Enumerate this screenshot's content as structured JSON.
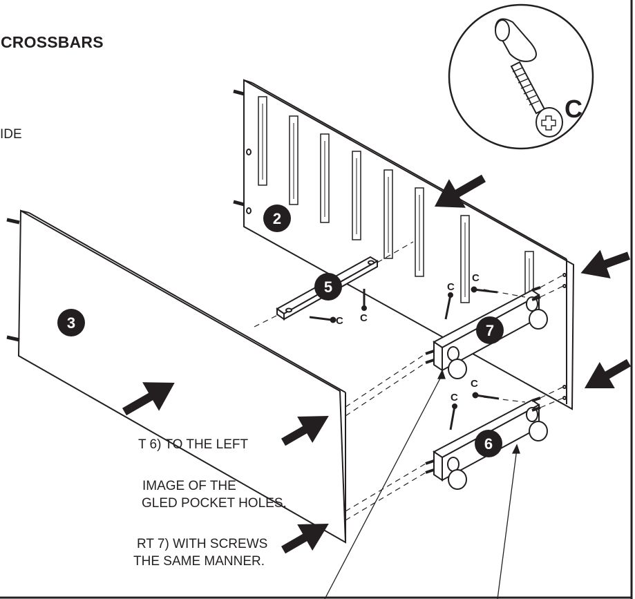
{
  "heading": "CROSSBARS",
  "side_text": "IDE",
  "parts": {
    "back_panel": "2",
    "side_panel": "3",
    "crossbar": "5",
    "base_front": "6",
    "base_back": "7"
  },
  "screw_label": "C",
  "instructions": [
    "T 6) TO THE LEFT",
    "IMAGE OF THE",
    "GLED POCKET HOLES.",
    "RT 7) WITH SCREWS",
    " THE SAME MANNER."
  ]
}
